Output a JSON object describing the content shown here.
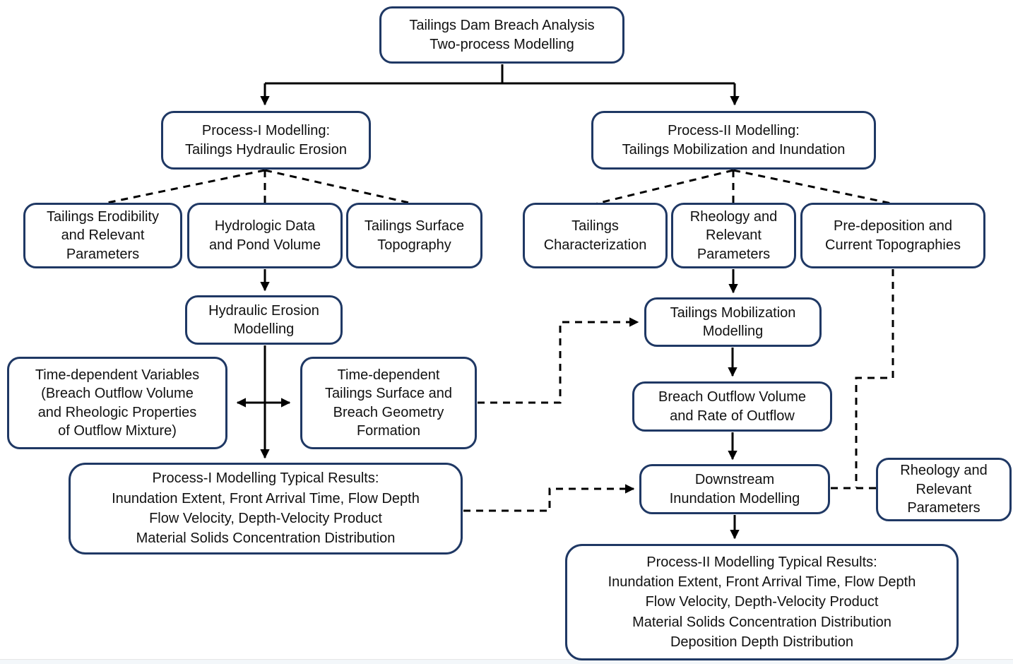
{
  "diagram": {
    "title": "Tailings Dam Breach Analysis Two-process Modelling flowchart",
    "boxes": {
      "root": {
        "text": "Tailings Dam Breach Analysis\nTwo-process Modelling"
      },
      "process1": {
        "text": "Process-I Modelling:\nTailings Hydraulic Erosion"
      },
      "process2": {
        "text": "Process-II Modelling:\nTailings Mobilization and Inundation"
      },
      "erodibility": {
        "text": "Tailings Erodibility\nand Relevant\nParameters"
      },
      "hydrologic": {
        "text": "Hydrologic Data\nand Pond Volume"
      },
      "surface_topography": {
        "text": "Tailings Surface\nTopography"
      },
      "characterization": {
        "text": "Tailings\nCharacterization"
      },
      "rheology_params_1": {
        "text": "Rheology and\nRelevant\nParameters"
      },
      "pre_deposition": {
        "text": "Pre-deposition and\nCurrent Topographies"
      },
      "hydraulic_erosion": {
        "text": "Hydraulic Erosion\nModelling"
      },
      "mobilization": {
        "text": "Tailings Mobilization\nModelling"
      },
      "time_dependent_variables": {
        "text": "Time-dependent Variables\n(Breach Outflow Volume\nand Rheologic Properties\nof Outflow Mixture)"
      },
      "time_dependent_surface": {
        "text": "Time-dependent\nTailings Surface and\nBreach Geometry\nFormation"
      },
      "breach_outflow": {
        "text": "Breach Outflow Volume\nand Rate of Outflow"
      },
      "process1_results": {
        "text": "Process-I Modelling Typical Results:\nInundation Extent, Front Arrival Time, Flow Depth\nFlow Velocity, Depth-Velocity Product\nMaterial Solids Concentration Distribution"
      },
      "downstream_inundation": {
        "text": "Downstream\nInundation Modelling"
      },
      "rheology_params_2": {
        "text": "Rheology and\nRelevant\nParameters"
      },
      "process2_results": {
        "text": "Process-II Modelling Typical Results:\nInundation Extent, Front Arrival Time, Flow Depth\nFlow Velocity, Depth-Velocity Product\nMaterial Solids Concentration Distribution\nDeposition Depth Distribution"
      }
    },
    "colors": {
      "box_border": "#1f3864",
      "text": "#111111",
      "connector": "#000000",
      "background": "#ffffff"
    }
  }
}
